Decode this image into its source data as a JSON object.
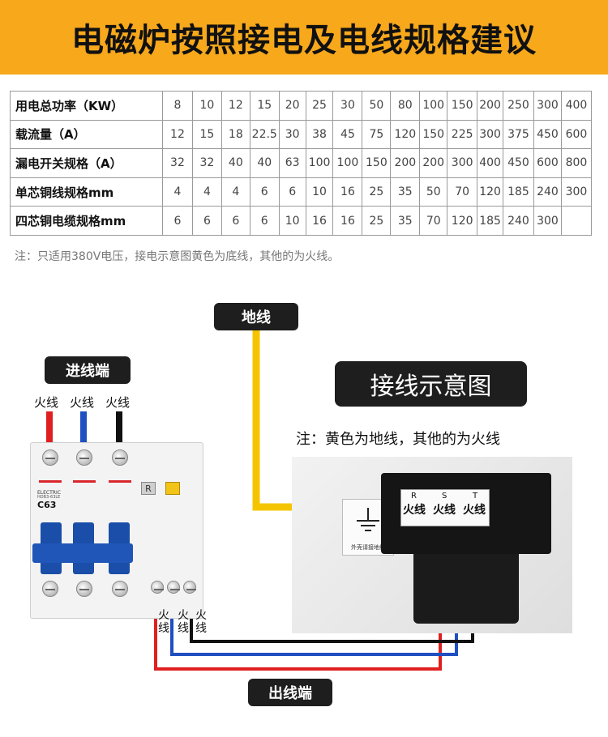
{
  "banner": {
    "title": "电磁炉按照接电及电线规格建议"
  },
  "table": {
    "rows": [
      {
        "label": "用电总功率（KW）",
        "values": [
          "8",
          "10",
          "12",
          "15",
          "20",
          "25",
          "30",
          "50",
          "80",
          "100",
          "150",
          "200",
          "250",
          "300",
          "400"
        ]
      },
      {
        "label": "载流量（A）",
        "values": [
          "12",
          "15",
          "18",
          "22.5",
          "30",
          "38",
          "45",
          "75",
          "120",
          "150",
          "225",
          "300",
          "375",
          "450",
          "600"
        ]
      },
      {
        "label": "漏电开关规格（A）",
        "values": [
          "32",
          "32",
          "40",
          "40",
          "63",
          "100",
          "100",
          "150",
          "200",
          "200",
          "300",
          "400",
          "450",
          "600",
          "800"
        ]
      },
      {
        "label": "单芯铜线规格mm",
        "values": [
          "4",
          "4",
          "4",
          "6",
          "6",
          "10",
          "16",
          "25",
          "35",
          "50",
          "70",
          "120",
          "185",
          "240",
          "300"
        ]
      },
      {
        "label": "四芯铜电缆规格mm",
        "values": [
          "6",
          "6",
          "6",
          "6",
          "10",
          "16",
          "16",
          "25",
          "35",
          "70",
          "120",
          "185",
          "240",
          "300",
          ""
        ]
      }
    ]
  },
  "note": "注：只适用380V电压，接电示意图黄色为底线，其他的为火线。",
  "diagram": {
    "ground_label": "地线",
    "input_label": "进线端",
    "output_label": "出线端",
    "wiring_title": "接线示意图",
    "wiring_note": "注：黄色为地线，其他的为火线",
    "fire_label": "火线",
    "fire_short_1": "火",
    "fire_short_2": "线",
    "breaker_brand": "ELECTRIC",
    "breaker_model": "HDB3-63LE",
    "breaker_rating": "C63",
    "reset_mark": "R",
    "terminal_letters": [
      "R",
      "S",
      "T"
    ],
    "sticker_text": "外壳请接地线",
    "colors": {
      "ground": "#f5c400",
      "phase_red": "#e02020",
      "phase_blue": "#1f4fc0",
      "phase_black": "#111111",
      "banner": "#f7a81b"
    }
  }
}
